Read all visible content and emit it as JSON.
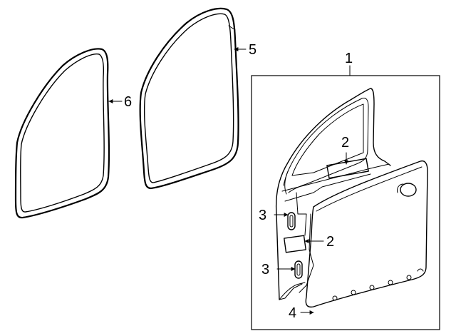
{
  "callouts": {
    "door_assembly": "1",
    "label_upper": "2",
    "label_lower": "2",
    "plug_upper": "3",
    "plug_lower": "3",
    "lower_seal": "4",
    "door_weatherstrip": "5",
    "body_weatherstrip": "6"
  }
}
